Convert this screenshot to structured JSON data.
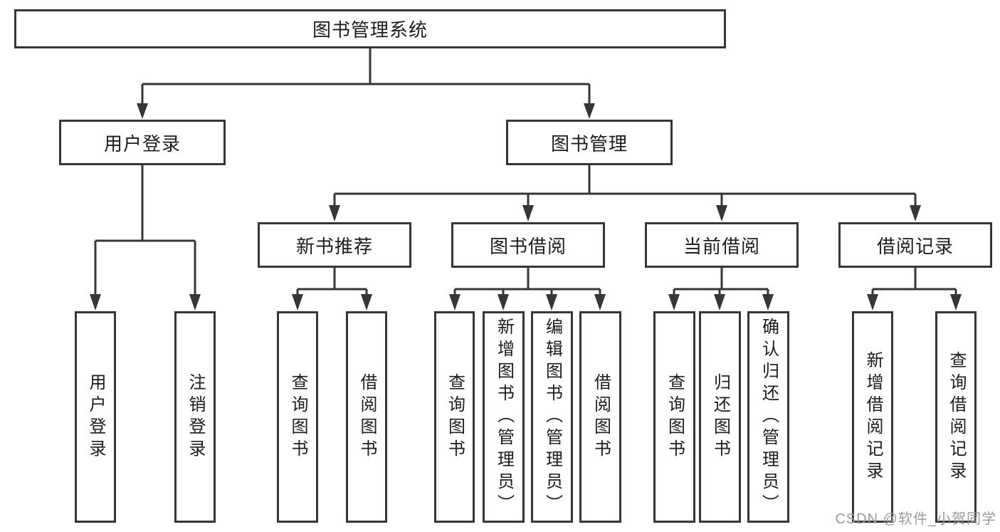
{
  "diagram": {
    "root": {
      "label": "图书管理系统"
    },
    "branches": [
      {
        "label": "用户登录",
        "children": [
          {
            "label": "用户登录"
          },
          {
            "label": "注销登录"
          }
        ]
      },
      {
        "label": "图书管理",
        "children": [
          {
            "label": "新书推荐",
            "children": [
              {
                "label": "查询图书"
              },
              {
                "label": "借阅图书"
              }
            ]
          },
          {
            "label": "图书借阅",
            "children": [
              {
                "label": "查询图书"
              },
              {
                "label": "新增图书（管理员）"
              },
              {
                "label": "编辑图书（管理员）"
              },
              {
                "label": "借阅图书"
              }
            ]
          },
          {
            "label": "当前借阅",
            "children": [
              {
                "label": "查询图书"
              },
              {
                "label": "归还图书"
              },
              {
                "label": "确认归还（管理员）"
              }
            ]
          },
          {
            "label": "借阅记录",
            "children": [
              {
                "label": "新增借阅记录"
              },
              {
                "label": "查询借阅记录"
              }
            ]
          }
        ]
      }
    ]
  },
  "watermark": {
    "text": "CSDN @软件_小贺同学"
  },
  "colors": {
    "line": "#363636",
    "box_border": "#363636",
    "text": "#1c1c1c",
    "watermark": "#9b9b9b",
    "background": "#ffffff"
  }
}
